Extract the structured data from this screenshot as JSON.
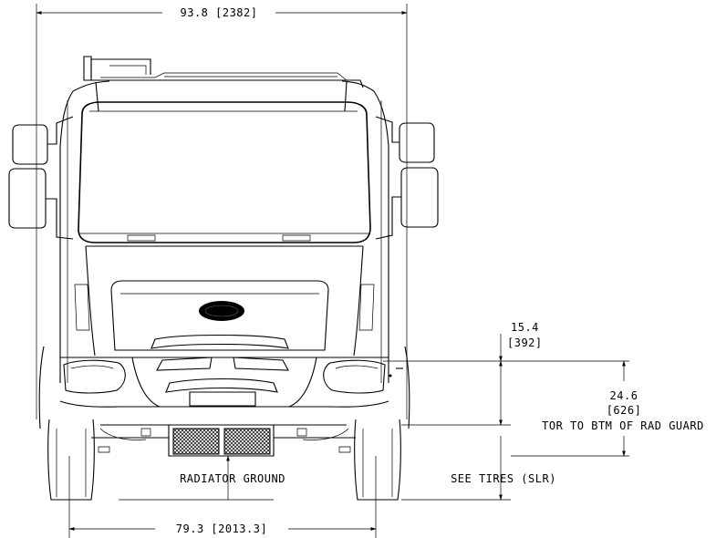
{
  "dimensions": {
    "overall_width": "93.8 [2382]",
    "track_width": "79.3 [2013.3]",
    "bumper_clearance_in": "15.4",
    "bumper_clearance_mm": "[392]",
    "rad_guard_in": "24.6",
    "rad_guard_mm": "[626]",
    "rad_guard_label": "TOR TO BTM OF RAD GUARD",
    "radiator_ground_label": "RADIATOR GROUND",
    "see_tires_label": "SEE TIRES (SLR)"
  }
}
